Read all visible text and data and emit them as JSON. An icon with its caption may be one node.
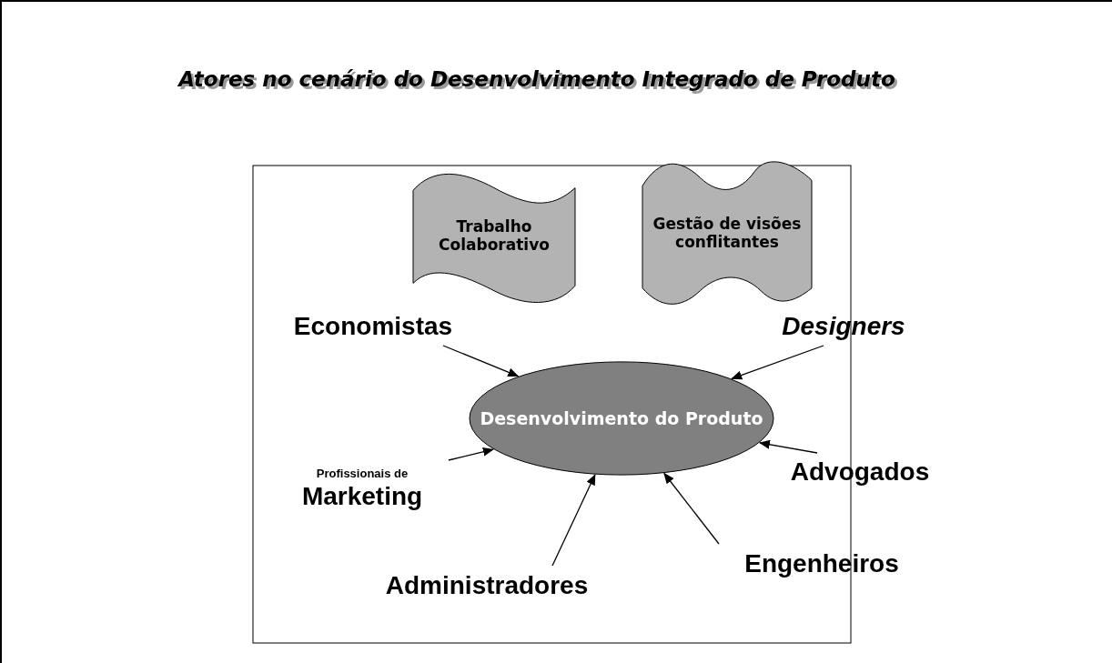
{
  "diagram": {
    "title": "Atores no cenário do Desenvolvimento Integrado de Produto",
    "nodes": [
      {
        "text": [
          "Trabalho Colaborativo"
        ]
      },
      {
        "text": [
          "Gestão de visões conflitantes"
        ]
      },
      {
        "text": [
          "Desenvolvimento do Produto"
        ]
      },
      {
        "text": [
          "Economistas"
        ]
      },
      {
        "text": [
          "Designers"
        ]
      },
      {
        "text": [
          "Profissionais de",
          "Marketing"
        ]
      },
      {
        "text": [
          "Advogados"
        ]
      },
      {
        "text": [
          "Administradores"
        ]
      },
      {
        "text": [
          "Engenheiros"
        ]
      }
    ],
    "edges": [
      {
        "from": 3,
        "to": 2,
        "arrow": "to"
      },
      {
        "from": 4,
        "to": 2,
        "arrow": "to"
      },
      {
        "from": 5,
        "to": 2,
        "arrow": "to"
      },
      {
        "from": 6,
        "to": 2,
        "arrow": "to"
      },
      {
        "from": 7,
        "to": 2,
        "arrow": "to"
      },
      {
        "from": 8,
        "to": 2,
        "arrow": "to"
      }
    ]
  }
}
